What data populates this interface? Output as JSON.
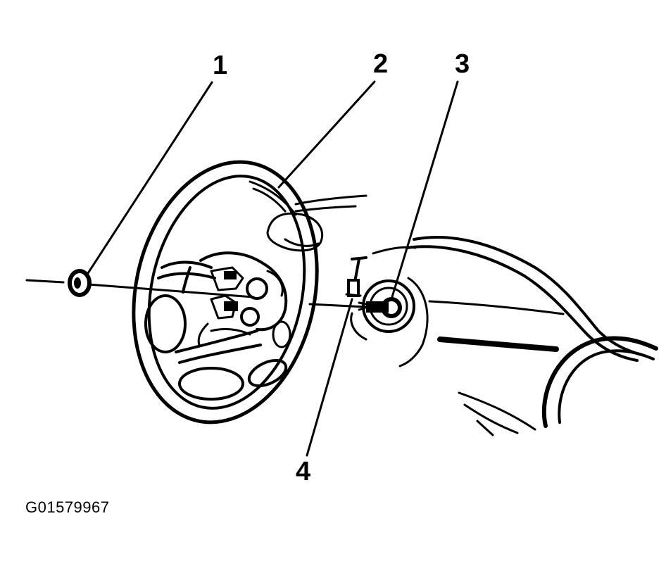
{
  "callouts": {
    "one": "1",
    "two": "2",
    "three": "3",
    "four": "4"
  },
  "figure_id": "G01579967",
  "colors": {
    "ink": "#000000",
    "background": "#ffffff"
  }
}
